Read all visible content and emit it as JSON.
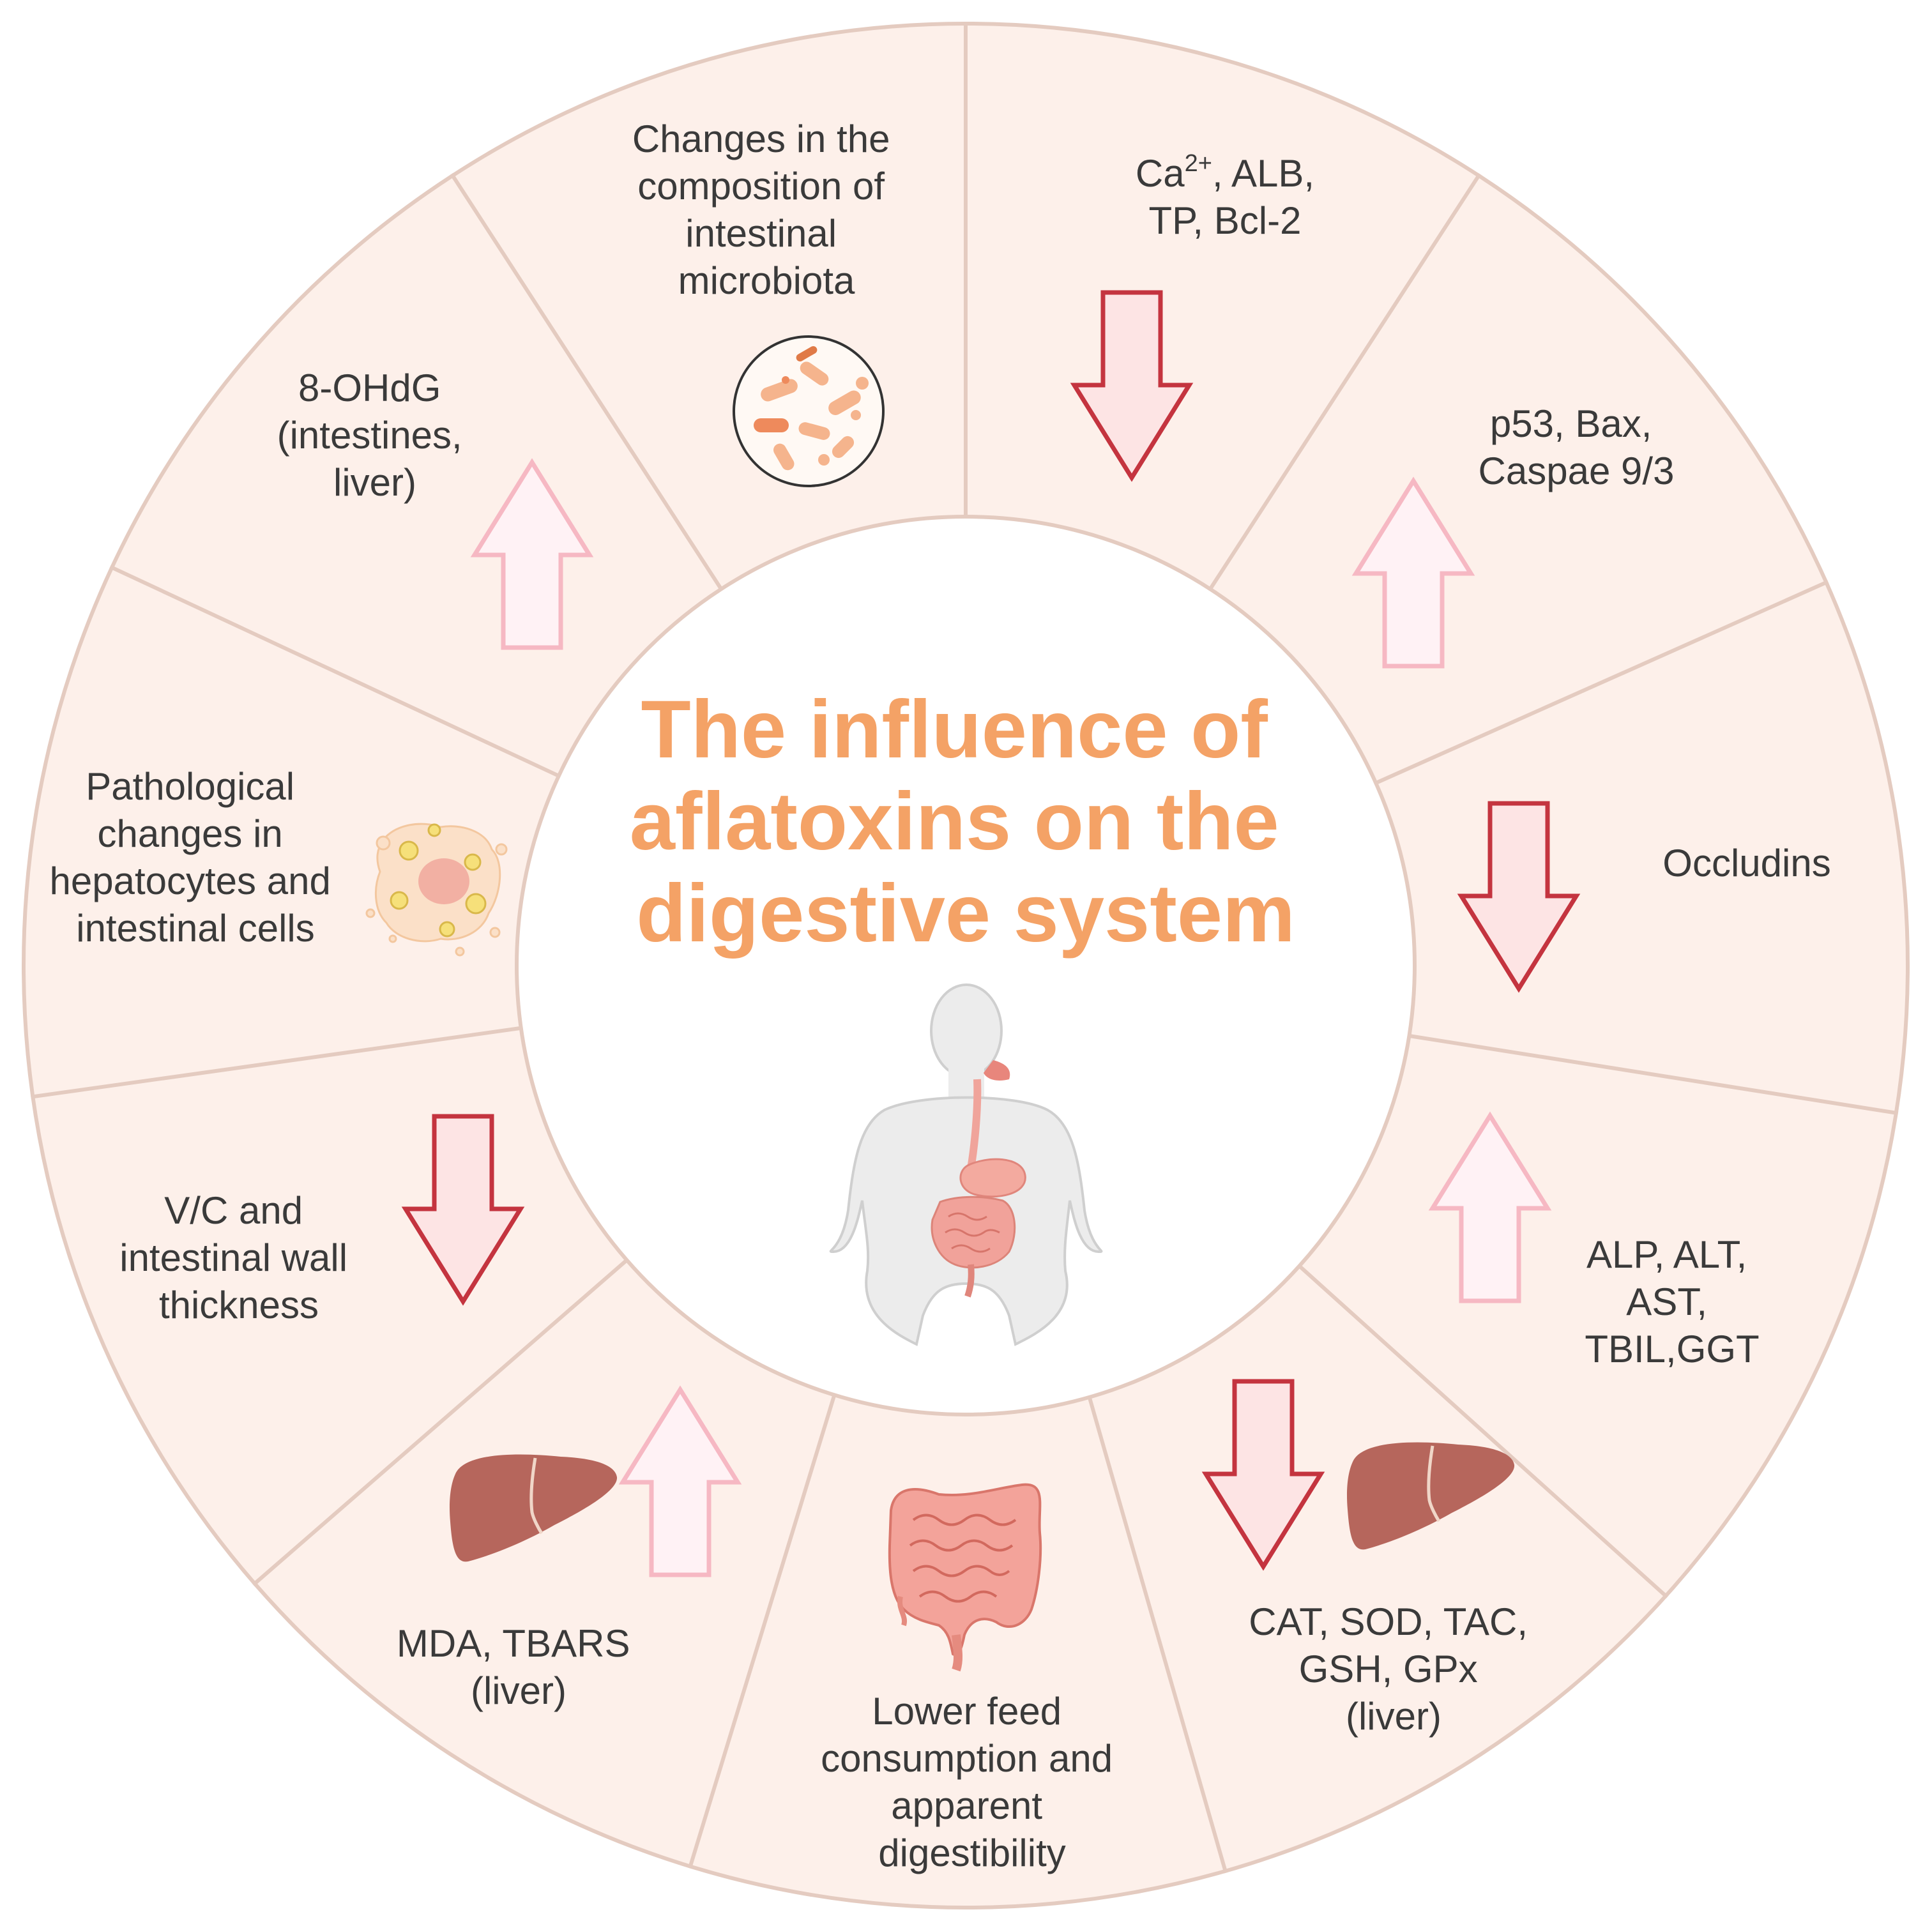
{
  "title": {
    "lines": [
      "The influence of",
      "aflatoxins on the",
      "digestive system"
    ]
  },
  "colors": {
    "segment_fill": "#fdf0ea",
    "segment_border": "#e4cbc0",
    "title": "#f4a266",
    "arrow_up_stroke": "#f6b8c3",
    "arrow_up_fill": "#fff2f5",
    "arrow_down_stroke": "#c4343f",
    "arrow_down_fill": "#fde4e4",
    "liver": "#b6665c",
    "intestine": "#ee9b93"
  },
  "segments": {
    "microbiota": {
      "lines": [
        "Changes in the",
        "composition of",
        "intestinal",
        "microbiota"
      ],
      "icon": "bacteria-icon"
    },
    "calcium": {
      "lines": [
        "Ca",
        "2+",
        ", ALB,",
        "TP, Bcl-2"
      ],
      "direction": "down"
    },
    "p53": {
      "lines": [
        "p53, Bax,",
        "Caspae 9/3"
      ],
      "direction": "up"
    },
    "occludins": {
      "lines": [
        "Occludins"
      ],
      "direction": "down"
    },
    "liver_enzymes": {
      "lines": [
        "ALP, ALT,",
        "AST,",
        "TBIL,GGT"
      ],
      "direction": "up"
    },
    "antioxidants": {
      "lines": [
        "CAT, SOD, TAC,",
        "GSH, GPx",
        "(liver)"
      ],
      "direction": "down",
      "icon": "liver-icon"
    },
    "feed": {
      "lines": [
        "Lower feed",
        "consumption and",
        "apparent",
        "digestibility"
      ],
      "icon": "intestine-icon"
    },
    "mda": {
      "lines": [
        "MDA, TBARS",
        "(liver)"
      ],
      "direction": "up",
      "icon": "liver-icon"
    },
    "vc": {
      "lines": [
        "V/C and",
        "intestinal wall",
        "thickness"
      ],
      "direction": "down"
    },
    "pathological": {
      "lines": [
        "Pathological",
        "changes in",
        "hepatocytes and",
        "intestinal cells"
      ],
      "icon": "damaged-cell-icon"
    },
    "ohdg": {
      "lines": [
        "8-OHdG",
        "(intestines,",
        "liver)"
      ],
      "direction": "up"
    }
  }
}
